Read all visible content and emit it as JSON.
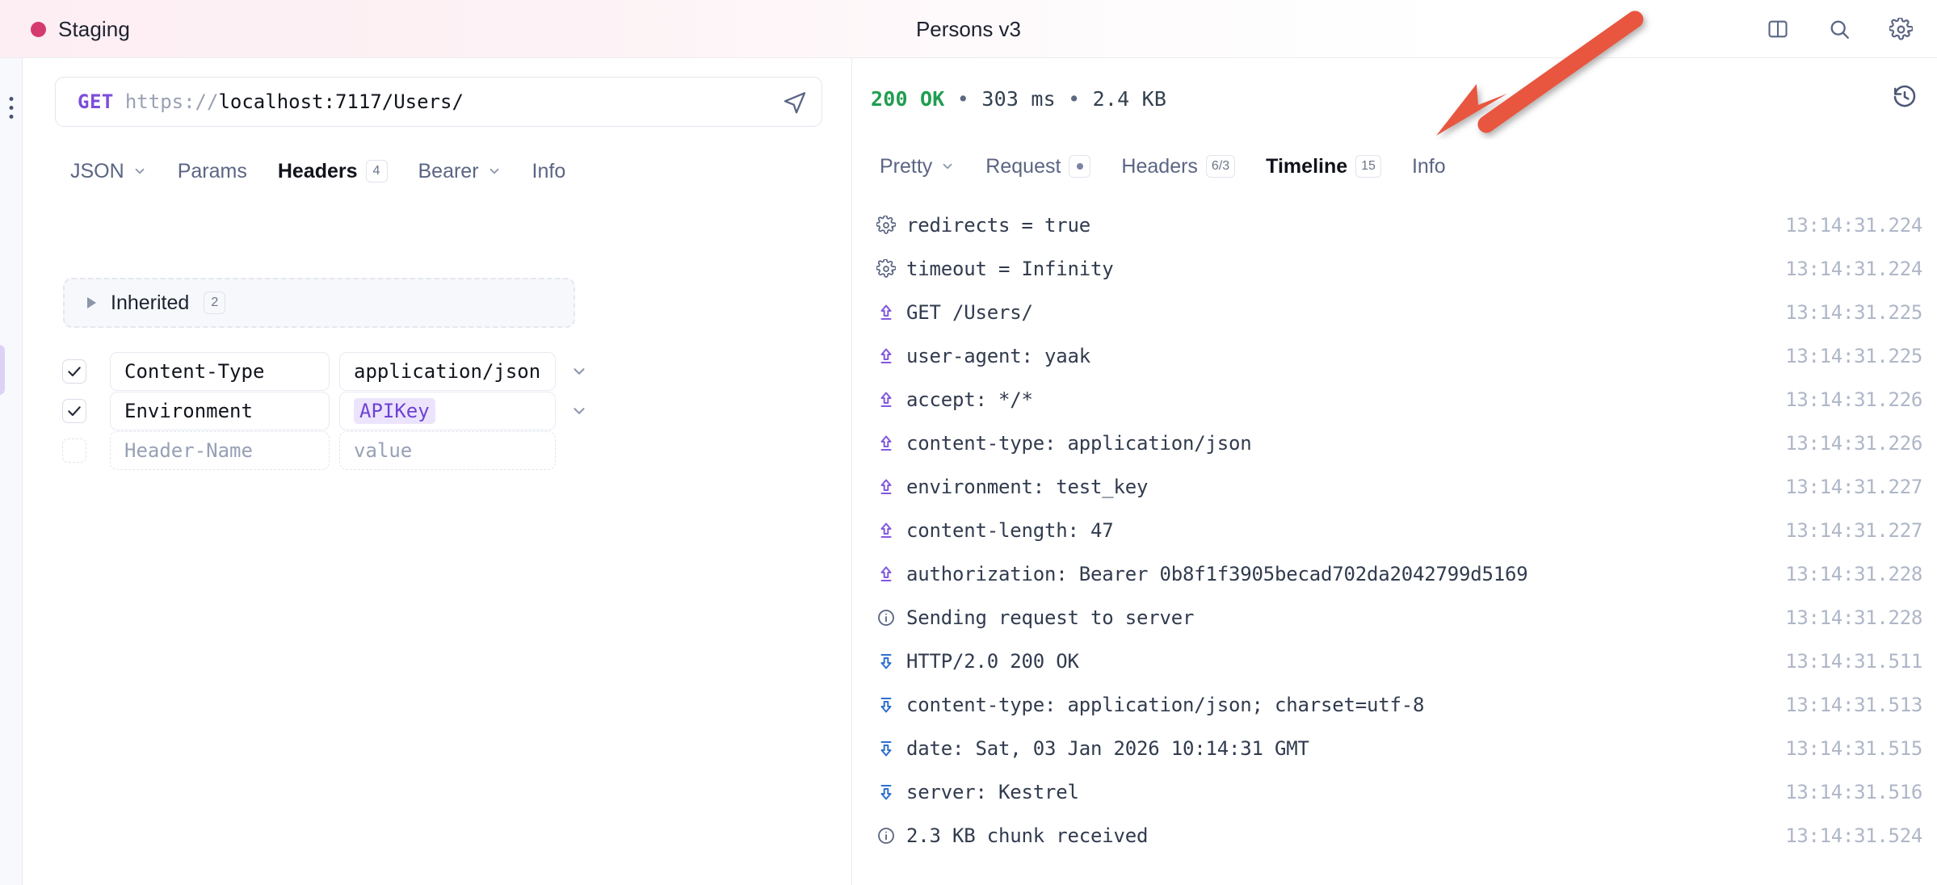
{
  "titlebar": {
    "environment": "Staging",
    "env_color": "#d53a6f",
    "window_title": "Persons v3",
    "actions": [
      {
        "name": "split-panel-icon",
        "label": "Toggle Layout"
      },
      {
        "name": "search-icon",
        "label": "Search"
      },
      {
        "name": "gear-icon",
        "label": "Settings"
      }
    ]
  },
  "sidebar_rail": {
    "menu": "More options",
    "drag_handle": "Resize sidebar"
  },
  "request": {
    "method": "GET",
    "url_scheme": "https://",
    "url_rest": "localhost:7117/Users/",
    "url_full": "https://localhost:7117/Users/",
    "send_label": "Send",
    "tabs": [
      {
        "label": "JSON",
        "badge": "",
        "chevron": true,
        "active": false
      },
      {
        "label": "Params",
        "badge": "",
        "chevron": false,
        "active": false
      },
      {
        "label": "Headers",
        "badge": "4",
        "chevron": false,
        "active": true
      },
      {
        "label": "Bearer",
        "badge": "",
        "chevron": true,
        "active": false
      },
      {
        "label": "Info",
        "badge": "",
        "chevron": false,
        "active": false
      }
    ],
    "inherited": {
      "label": "Inherited",
      "count": "2"
    },
    "headers": {
      "name_placeholder": "Header-Name",
      "value_placeholder": "value",
      "rows": [
        {
          "enabled": true,
          "name": "Content-Type",
          "value": "application/json",
          "chip": false
        },
        {
          "enabled": true,
          "name": "Environment",
          "value": "APIKey",
          "chip": true
        },
        {
          "enabled": false,
          "name": "",
          "value": "",
          "chip": false
        }
      ]
    }
  },
  "response": {
    "status_code": "200 OK",
    "duration": "303 ms",
    "size": "2.4 KB",
    "separator": "•",
    "history_label": "History",
    "tabs": [
      {
        "label": "Pretty",
        "badge": "",
        "chevron": true,
        "dot": false,
        "active": false
      },
      {
        "label": "Request",
        "badge": "",
        "chevron": false,
        "dot": true,
        "active": false
      },
      {
        "label": "Headers",
        "badge": "6/3",
        "chevron": false,
        "dot": false,
        "active": false
      },
      {
        "label": "Timeline",
        "badge": "15",
        "chevron": false,
        "dot": false,
        "active": true
      },
      {
        "label": "Info",
        "badge": "",
        "chevron": false,
        "dot": false,
        "active": false
      }
    ],
    "timeline": [
      {
        "kind": "cfg",
        "text": "redirects = true",
        "time": "13:14:31.224"
      },
      {
        "kind": "cfg",
        "text": "timeout = Infinity",
        "time": "13:14:31.224"
      },
      {
        "kind": "req",
        "text": "GET /Users/",
        "time": "13:14:31.225"
      },
      {
        "kind": "req",
        "text": "user-agent: yaak",
        "time": "13:14:31.225"
      },
      {
        "kind": "req",
        "text": "accept: */*",
        "time": "13:14:31.226"
      },
      {
        "kind": "req",
        "text": "content-type: application/json",
        "time": "13:14:31.226"
      },
      {
        "kind": "req",
        "text": "environment: test_key",
        "time": "13:14:31.227"
      },
      {
        "kind": "req",
        "text": "content-length: 47",
        "time": "13:14:31.227"
      },
      {
        "kind": "req",
        "text": "authorization: Bearer 0b8f1f3905becad702da2042799d5169",
        "time": "13:14:31.228"
      },
      {
        "kind": "info",
        "text": "Sending request to server",
        "time": "13:14:31.228"
      },
      {
        "kind": "res",
        "text": "HTTP/2.0 200 OK",
        "time": "13:14:31.511"
      },
      {
        "kind": "res",
        "text": "content-type: application/json; charset=utf-8",
        "time": "13:14:31.513"
      },
      {
        "kind": "res",
        "text": "date: Sat, 03 Jan 2026 10:14:31 GMT",
        "time": "13:14:31.515"
      },
      {
        "kind": "res",
        "text": "server: Kestrel",
        "time": "13:14:31.516"
      },
      {
        "kind": "info",
        "text": "2.3 KB chunk received",
        "time": "13:14:31.524"
      }
    ]
  },
  "annotation": {
    "arrow": "points to Timeline tab",
    "color": "#e8563f"
  }
}
